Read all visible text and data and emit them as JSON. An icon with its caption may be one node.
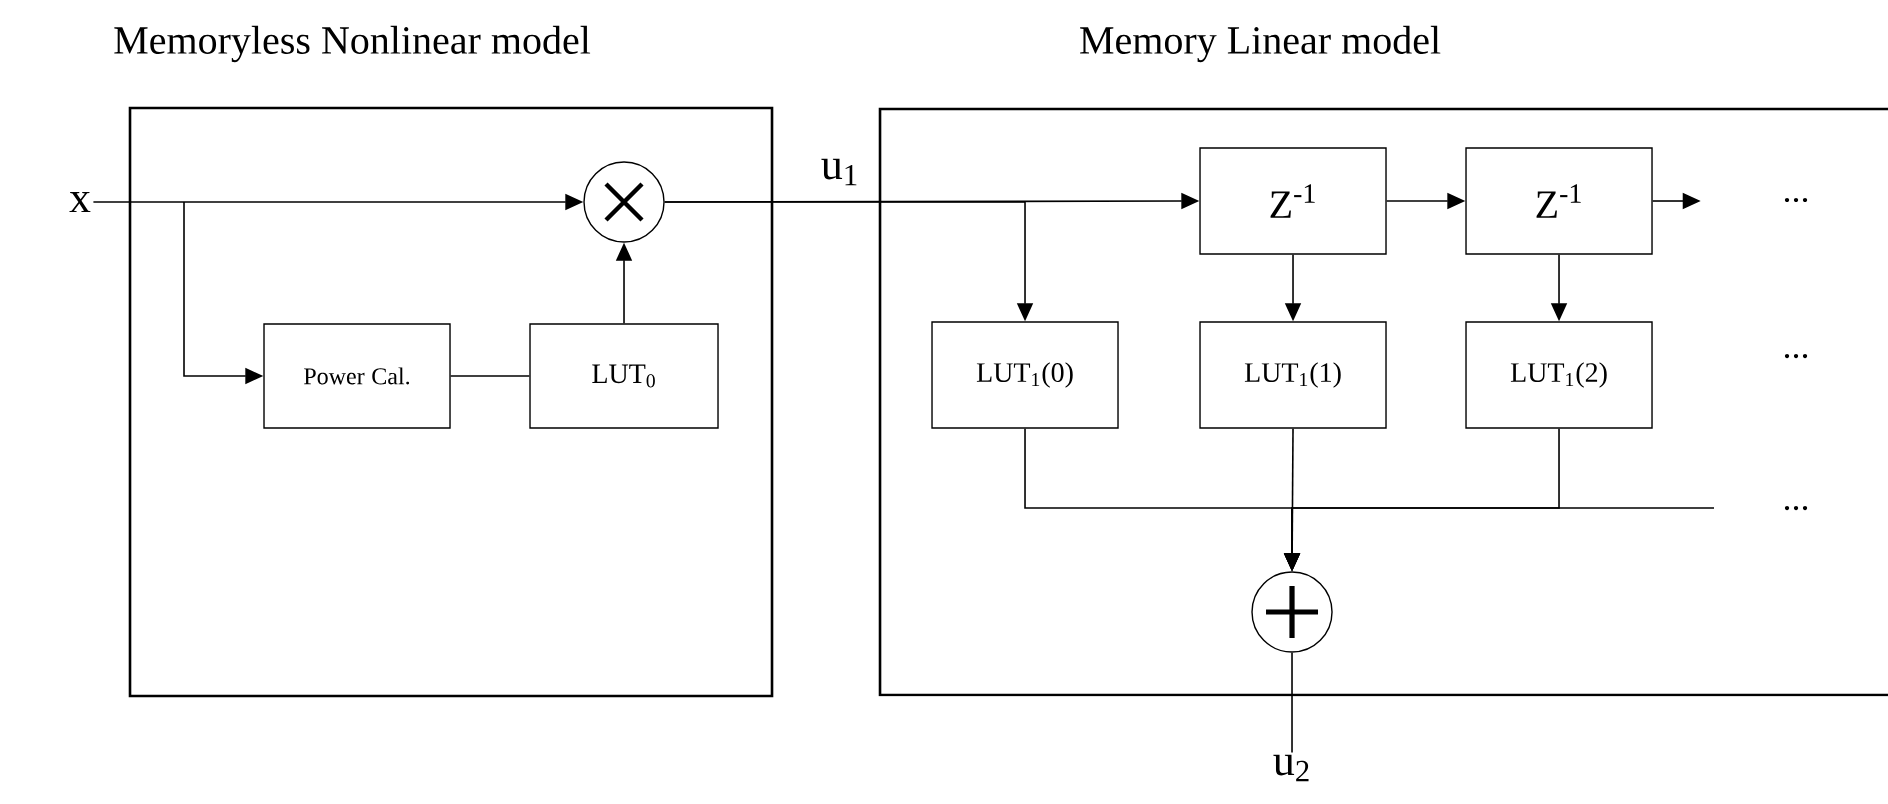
{
  "diagram": {
    "nodes": [
      {
        "text": [
          "Memoryless Nonlinear model"
        ]
      },
      {
        "text": [
          "x"
        ]
      },
      {
        "text": [],
        "shape": "circle",
        "in": 0
      },
      {
        "text": [
          "Power Cal."
        ],
        "in": 0
      },
      {
        "text": [
          "LUT$_{0}$"
        ],
        "in": 0
      },
      {
        "text": [
          "Memory Linear model"
        ]
      },
      {
        "text": [
          "Z$^{-1}$"
        ],
        "in": 5
      },
      {
        "text": [
          "Z$^{-1}$"
        ],
        "in": 5
      },
      {
        "text": [
          "LUT$_{1}$(0)"
        ],
        "in": 5
      },
      {
        "text": [
          "LUT$_{1}$(1)"
        ],
        "in": 5
      },
      {
        "text": [
          "LUT$_{1}$(2)"
        ],
        "in": 5
      },
      {
        "text": [],
        "shape": "circle",
        "in": 5
      },
      {
        "text": [
          "u$_{2}$"
        ]
      }
    ],
    "edges": [
      {
        "from": 1,
        "to": 2,
        "arrow": "to"
      },
      {
        "from": 1,
        "to": 3,
        "arrow": "to"
      },
      {
        "from": 3,
        "to": 4,
        "arrow": "none"
      },
      {
        "from": 4,
        "to": 2,
        "arrow": "to"
      },
      {
        "from": 2,
        "to": 6,
        "arrow": "to",
        "label": "u$_{1}$"
      },
      {
        "from": 2,
        "to": 8,
        "arrow": "to"
      },
      {
        "from": 6,
        "to": 7,
        "arrow": "to"
      },
      {
        "from": 7,
        "to": null,
        "arrow": "to"
      },
      {
        "from": 6,
        "to": 9,
        "arrow": "to"
      },
      {
        "from": 7,
        "to": 10,
        "arrow": "to"
      },
      {
        "from": 8,
        "to": 11,
        "arrow": "to"
      },
      {
        "from": 9,
        "to": 11,
        "arrow": "to"
      },
      {
        "from": 10,
        "to": 11,
        "arrow": "to"
      },
      {
        "from": null,
        "to": 11,
        "arrow": "to"
      },
      {
        "from": 11,
        "to": 12,
        "arrow": "none"
      }
    ],
    "labels": [
      "...",
      "...",
      "..."
    ]
  }
}
